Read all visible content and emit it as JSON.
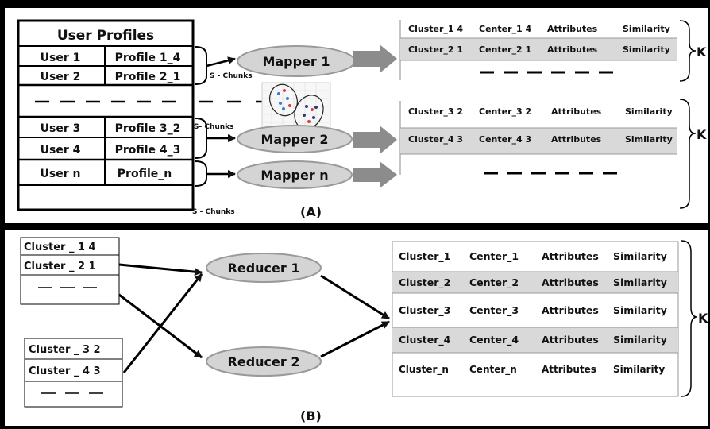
{
  "panel_a": {
    "label": "(A)",
    "user_table": {
      "title": "User Profiles",
      "rows": [
        {
          "user": "User 1",
          "profile": "Profile 1_4"
        },
        {
          "user": "User 2",
          "profile": "Profile 2_1"
        },
        {
          "user": "User 3",
          "profile": "Profile 3_2"
        },
        {
          "user": "User 4",
          "profile": "Profile 4_3"
        },
        {
          "user": "User n",
          "profile": "Profile_n"
        }
      ]
    },
    "chunk_label": "S - Chunks",
    "chunk_label_short": "S- Chunks",
    "mappers": [
      "Mapper 1",
      "Mapper 2",
      "Mapper n"
    ],
    "result_tables": [
      {
        "rows": [
          [
            "Cluster_1 4",
            "Center_1 4",
            "Attributes",
            "Similarity"
          ],
          [
            "Cluster_2 1",
            "Center_2 1",
            "Attributes",
            "Similarity"
          ]
        ]
      },
      {
        "rows": [
          [
            "Cluster_3 2",
            "Center_3 2",
            "Attributes",
            "Similarity"
          ],
          [
            "Cluster_4 3",
            "Center_4 3",
            "Attributes",
            "Similarity"
          ]
        ]
      }
    ],
    "brace_label": "K"
  },
  "panel_b": {
    "label": "(B)",
    "cluster_lists": [
      [
        "Cluster _ 1 4",
        "Cluster _ 2 1"
      ],
      [
        "Cluster _ 3  2",
        "Cluster _ 4 3"
      ]
    ],
    "reducers": [
      "Reducer 1",
      "Reducer 2"
    ],
    "final_table": [
      [
        "Cluster_1",
        "Center_1",
        "Attributes",
        "Similarity"
      ],
      [
        "Cluster_2",
        "Center_2",
        "Attributes",
        "Similarity"
      ],
      [
        "Cluster_3",
        "Center_3",
        "Attributes",
        "Similarity"
      ],
      [
        "Cluster_4",
        "Center_4",
        "Attributes",
        "Similarity"
      ],
      [
        "Cluster_n",
        "Center_n",
        "Attributes",
        "Similarity"
      ]
    ],
    "brace_label": "K"
  },
  "colors": {
    "row_shade": "#d9d9d9",
    "node_fill": "#d4d4d4",
    "node_stroke": "#9a9a9a",
    "arrow_gray": "#8c8c8c",
    "scatter_blue": "#3a7bd5",
    "scatter_red": "#d9413a",
    "scatter_navy": "#2c3a7a"
  }
}
